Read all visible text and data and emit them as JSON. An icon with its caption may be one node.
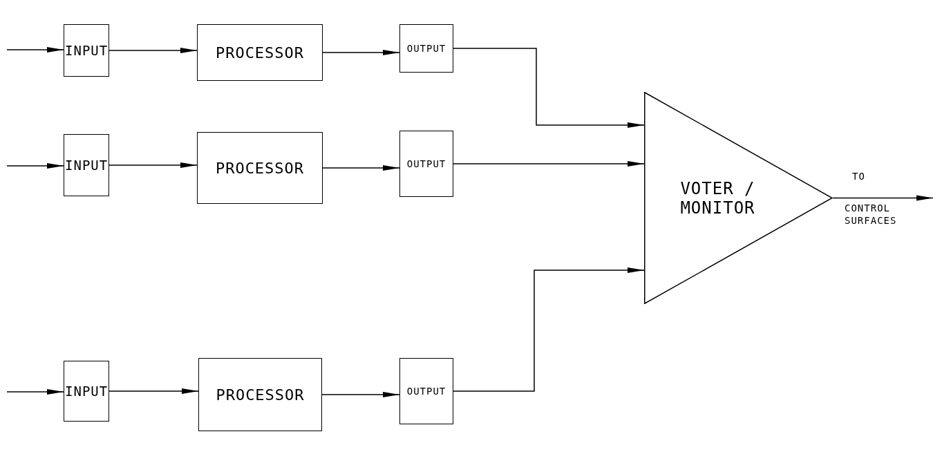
{
  "diagram": {
    "nodes": [
      {
        "text": [
          "INPUT"
        ]
      },
      {
        "text": [
          "PROCESSOR"
        ]
      },
      {
        "text": [
          "OUTPUT"
        ]
      },
      {
        "text": [
          "INPUT"
        ]
      },
      {
        "text": [
          "PROCESSOR"
        ]
      },
      {
        "text": [
          "OUTPUT"
        ]
      },
      {
        "text": [
          "INPUT"
        ]
      },
      {
        "text": [
          "PROCESSOR"
        ]
      },
      {
        "text": [
          "OUTPUT"
        ]
      },
      {
        "text": [
          "VOTER / MONITOR"
        ]
      }
    ],
    "edges": [
      {
        "from": null,
        "to": 0,
        "arrow": "to"
      },
      {
        "from": 0,
        "to": 1,
        "arrow": "to"
      },
      {
        "from": 1,
        "to": 2,
        "arrow": "to"
      },
      {
        "from": null,
        "to": 3,
        "arrow": "to"
      },
      {
        "from": 3,
        "to": 4,
        "arrow": "to"
      },
      {
        "from": 4,
        "to": 5,
        "arrow": "to"
      },
      {
        "from": null,
        "to": 6,
        "arrow": "to"
      },
      {
        "from": 6,
        "to": 7,
        "arrow": "to"
      },
      {
        "from": 7,
        "to": 8,
        "arrow": "to"
      },
      {
        "from": 2,
        "to": 9,
        "arrow": "to"
      },
      {
        "from": 5,
        "to": 9,
        "arrow": "to"
      },
      {
        "from": 8,
        "to": 9,
        "arrow": "to"
      },
      {
        "from": 9,
        "to": null,
        "arrow": "to"
      }
    ],
    "labels": [
      "TO",
      "CONTROL SURFACES"
    ]
  }
}
